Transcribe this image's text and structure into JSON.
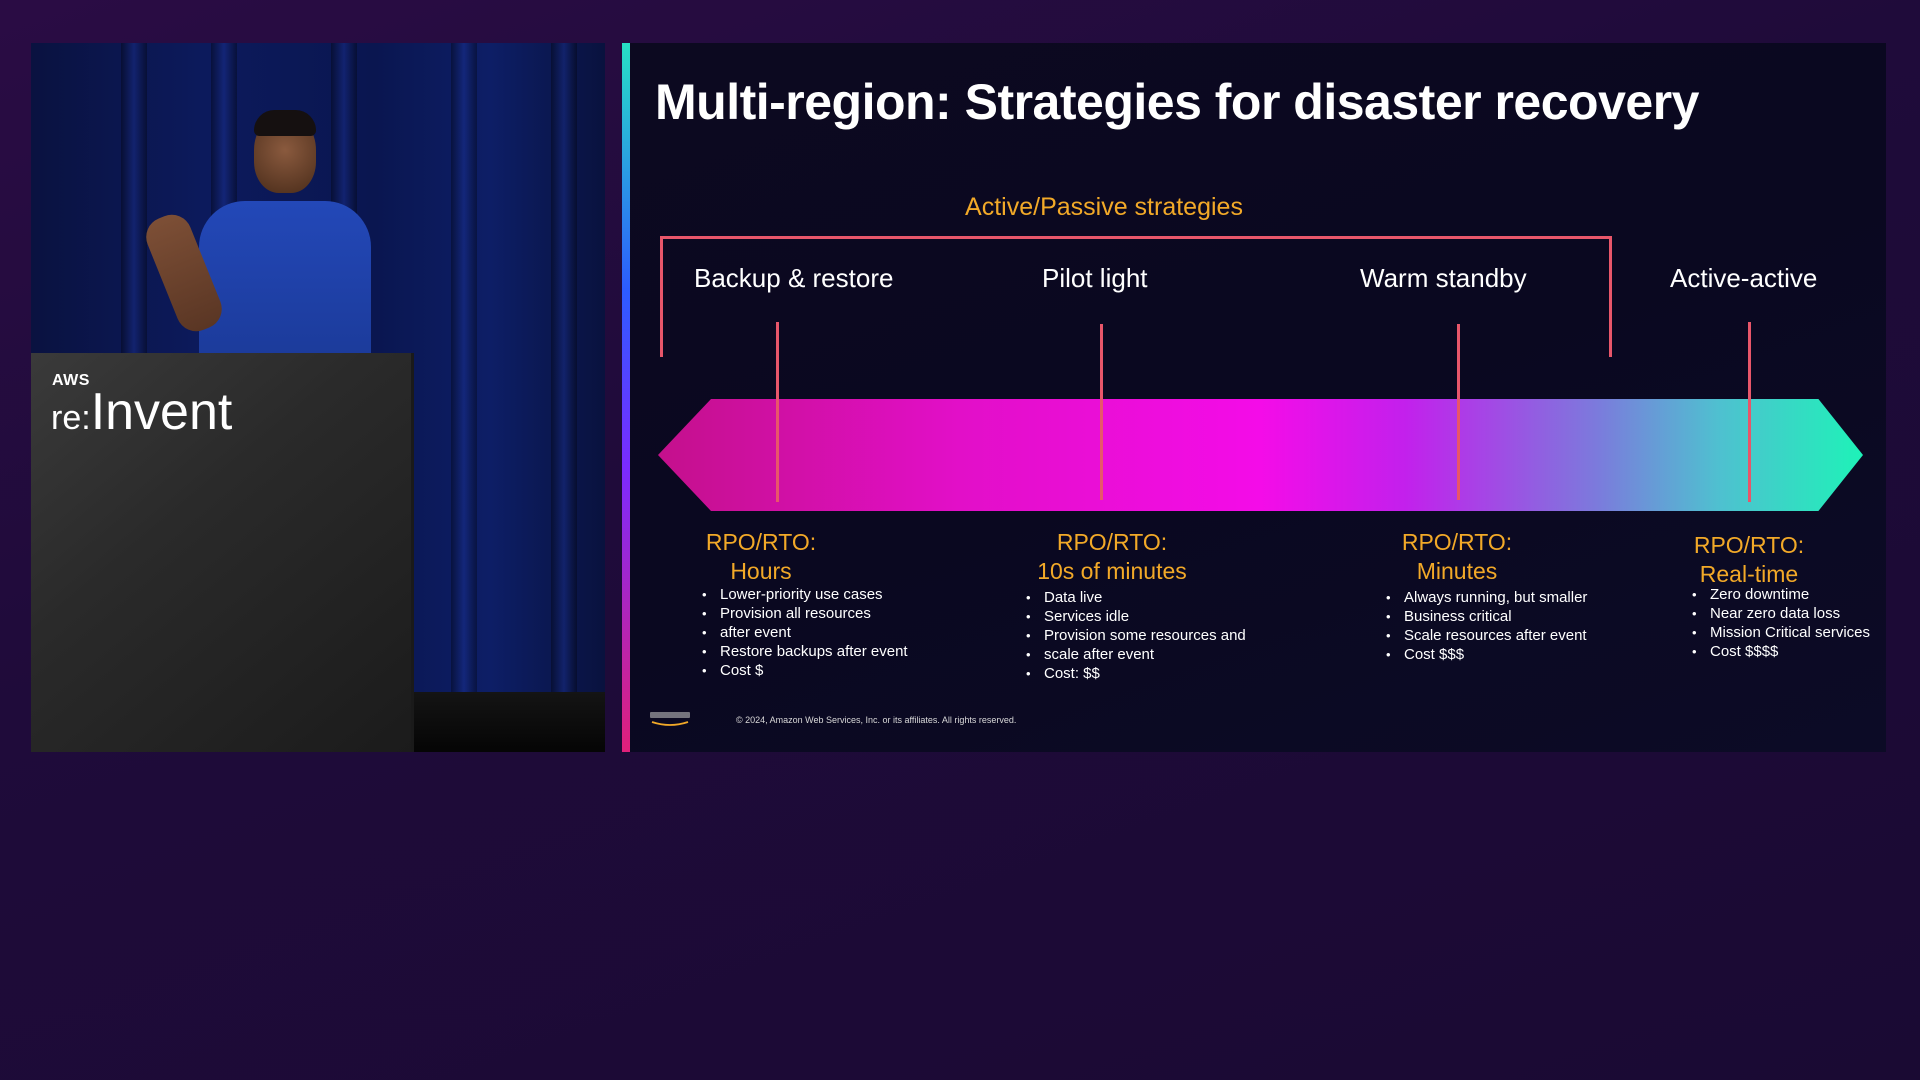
{
  "video": {
    "brand_aws": "AWS",
    "brand_re": "re:",
    "brand_invent": "Invent"
  },
  "slide": {
    "title": "Multi-region: Strategies for disaster recovery",
    "active_passive_label": "Active/Passive strategies",
    "strategies": [
      {
        "name": "Backup & restore",
        "rpo_label": "RPO/RTO:",
        "rpo_value": "Hours",
        "bullets": [
          "Lower-priority use cases",
          "Provision all resources",
          "after event",
          "Restore backups after event",
          "Cost $"
        ]
      },
      {
        "name": "Pilot light",
        "rpo_label": "RPO/RTO:",
        "rpo_value": "10s of minutes",
        "bullets": [
          "Data live",
          "Services idle",
          "Provision some resources and",
          "scale after event",
          "Cost: $$"
        ]
      },
      {
        "name": "Warm standby",
        "rpo_label": "RPO/RTO:",
        "rpo_value": "Minutes",
        "bullets": [
          "Always running, but smaller",
          "Business critical",
          "Scale resources after event",
          "Cost $$$"
        ]
      },
      {
        "name": "Active-active",
        "rpo_label": "RPO/RTO:",
        "rpo_value": "Real-time",
        "bullets": [
          "Zero downtime",
          "Near zero data loss",
          "Mission Critical services",
          "Cost $$$$"
        ]
      }
    ],
    "copyright": "© 2024, Amazon Web Services, Inc. or its affiliates. All rights reserved."
  },
  "colors": {
    "background": "#1f0b3a",
    "accent_orange": "#f2a928",
    "bracket_red": "#e8566a",
    "arrow_magenta": "#f40ce8",
    "arrow_teal": "#1ef2b8"
  }
}
